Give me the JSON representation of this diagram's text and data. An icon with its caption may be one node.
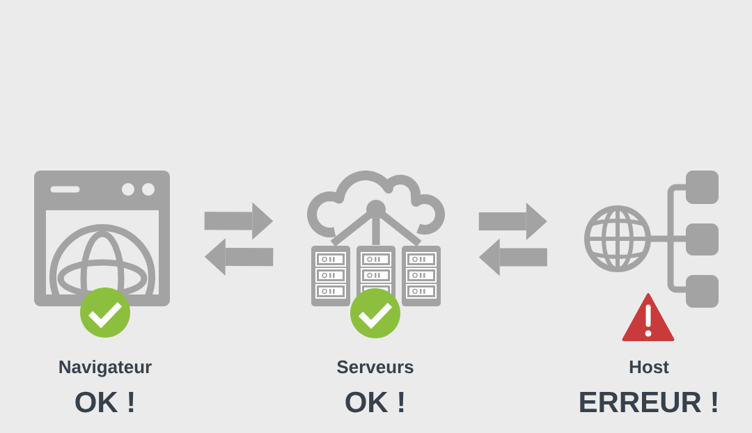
{
  "diagram": {
    "nodes": [
      {
        "text": [],
        "shape": "picture",
        "beside": [
          "Navigateur",
          "OK !"
        ]
      },
      {
        "text": [],
        "shape": "picture",
        "beside": [
          "Serveurs",
          "OK !"
        ]
      },
      {
        "text": [],
        "shape": "picture",
        "beside": [
          "Host",
          "ERREUR !"
        ]
      }
    ],
    "edges": [
      {
        "from": 0,
        "to": 1,
        "arrow": "to"
      },
      {
        "from": 1,
        "to": 0,
        "arrow": "to"
      },
      {
        "from": 1,
        "to": 2,
        "arrow": "to"
      },
      {
        "from": 2,
        "to": 1,
        "arrow": "to"
      }
    ]
  }
}
